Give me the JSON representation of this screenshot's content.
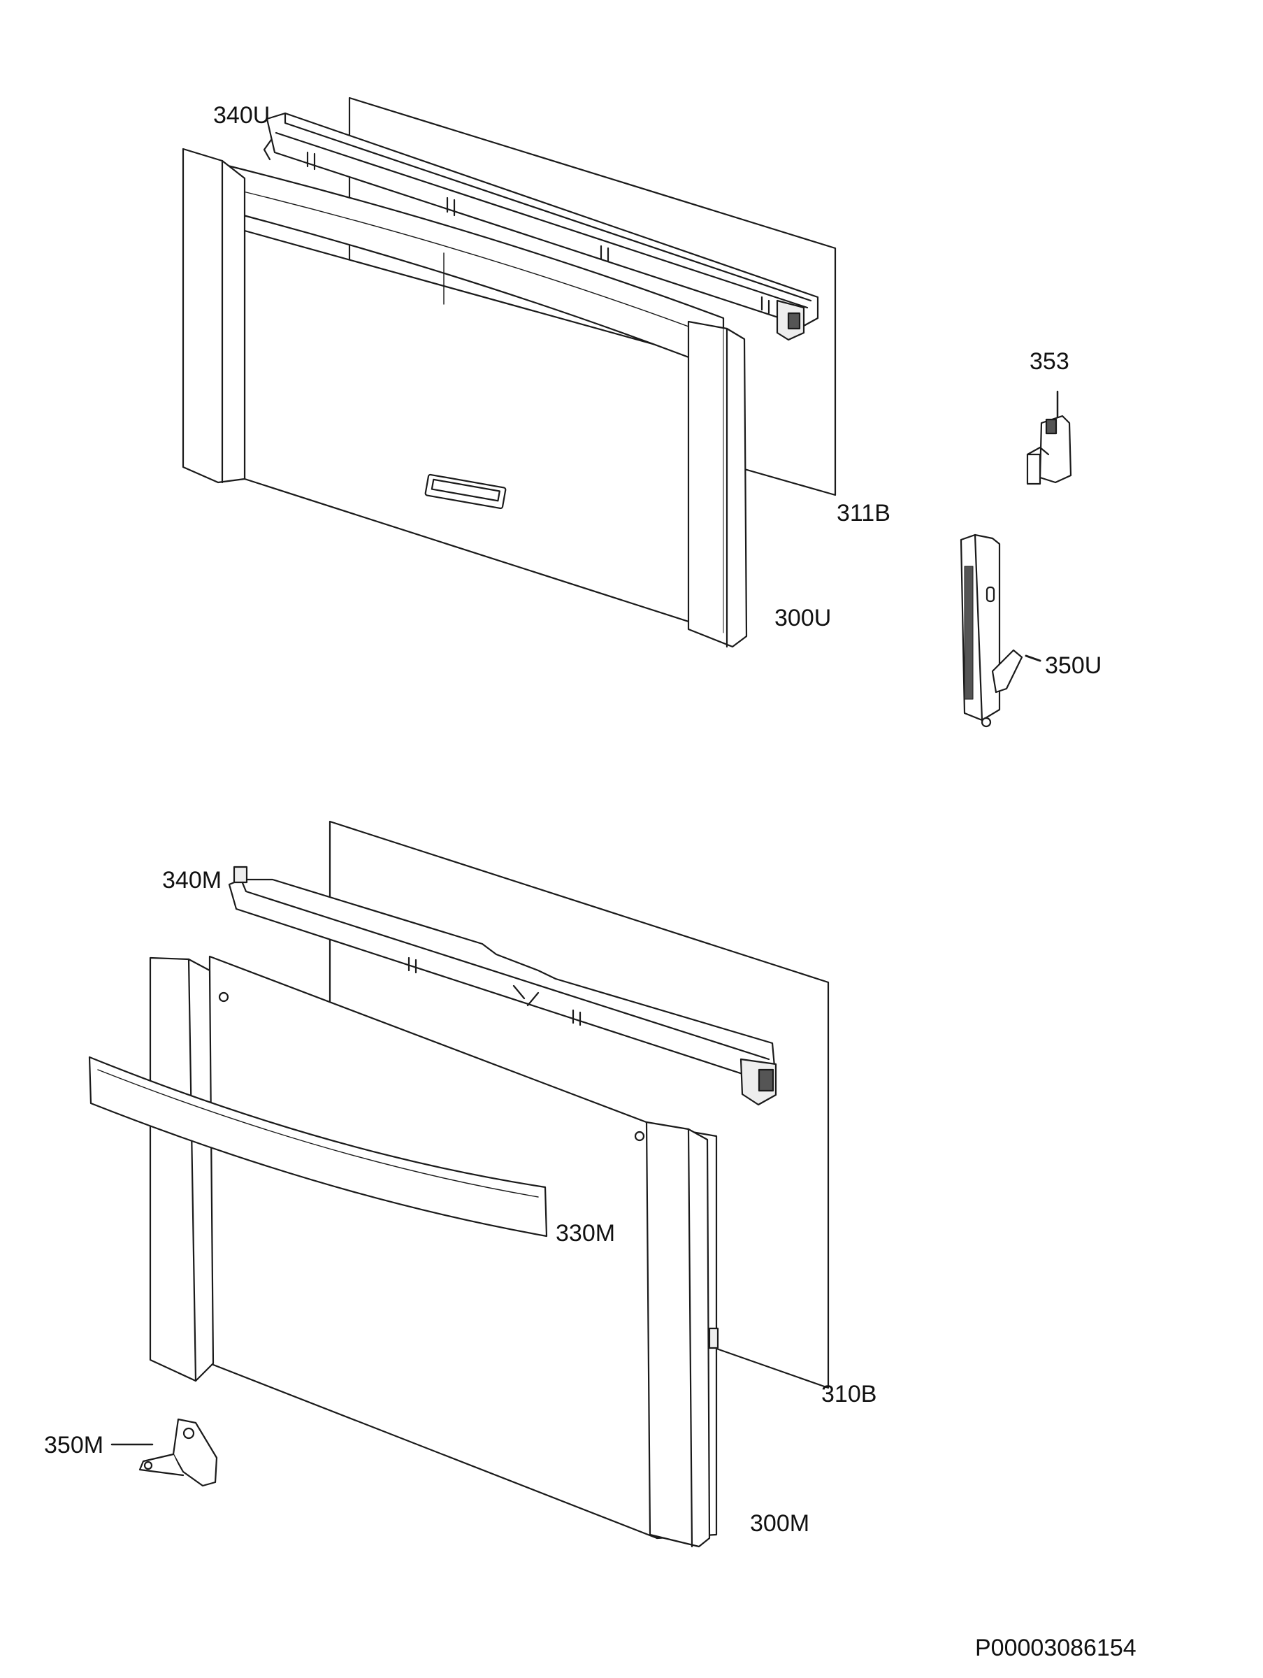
{
  "drawing": {
    "colors": {
      "line": "#1a1a1a",
      "panel_fill": "#ffffff",
      "shade": "#eeeeee",
      "dark": "#555555"
    },
    "labels": {
      "p340U": "340U",
      "p311B": "311B",
      "p300U": "300U",
      "p353": "353",
      "p350U": "350U",
      "p340M": "340M",
      "p330M": "330M",
      "p310B": "310B",
      "p350M": "350M",
      "p300M": "300M"
    },
    "document_id": "P00003086154"
  }
}
